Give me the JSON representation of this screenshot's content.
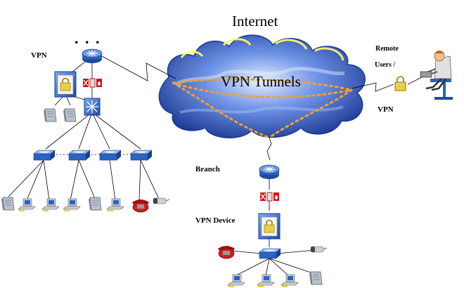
{
  "labels": {
    "internet": "Internet",
    "vpn_tunnels": "VPN Tunnels",
    "vpn_left": "VPN",
    "remote": "Remote",
    "users": "Users /",
    "vpn_right": "VPN",
    "branch": "Branch",
    "vpn_device": "VPN Device",
    "dots": ". .      ."
  },
  "colors": {
    "cloud_dark": "#1f3f9a",
    "cloud_light": "#c9dcff",
    "cloud_highlight": "#ffff66",
    "tunnel": "#f0a030",
    "device_blue": "#2a63c4",
    "lock_gold": "#e8d040",
    "phone_red": "#cc2020",
    "firewall_red": "#cc1111"
  },
  "icons": [
    "router-icon",
    "lock-device-icon",
    "firewall-icon",
    "switch-icon",
    "server-icon",
    "computer-icon",
    "phone-icon",
    "camera-icon",
    "remote-user-icon"
  ]
}
